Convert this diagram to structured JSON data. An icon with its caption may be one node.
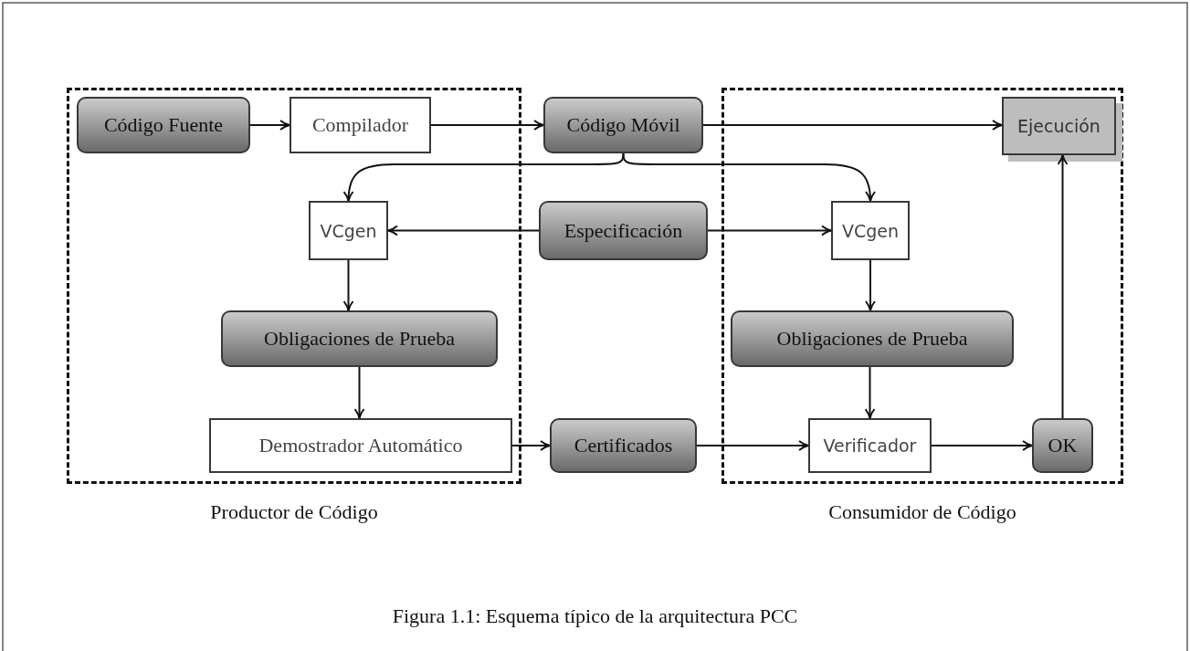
{
  "diagram": {
    "caption": "Figura 1.1: Esquema típico de la arquitectura PCC",
    "nodes": [
      {
        "text": [
          "Productor de Código"
        ]
      },
      {
        "text": [
          "Código Fuente"
        ],
        "in": 0
      },
      {
        "text": [
          "Compilador"
        ],
        "in": 0
      },
      {
        "text": [
          "Código Móvil"
        ]
      },
      {
        "text": [
          "Consumidor de Código"
        ]
      },
      {
        "text": [
          "Ejecución"
        ],
        "in": 4
      },
      {
        "text": [
          "VCgen"
        ],
        "in": 0
      },
      {
        "text": [
          "Especificación"
        ]
      },
      {
        "text": [
          "VCgen"
        ],
        "in": 4
      },
      {
        "text": [
          "Obligaciones de Prueba"
        ],
        "in": 0
      },
      {
        "text": [
          "Obligaciones de Prueba"
        ],
        "in": 4
      },
      {
        "text": [
          "Demostrador Automático"
        ],
        "in": 0
      },
      {
        "text": [
          "Certificados"
        ]
      },
      {
        "text": [
          "Verificador"
        ],
        "in": 4
      },
      {
        "text": [
          "OK"
        ],
        "in": 4
      }
    ],
    "edges": [
      {
        "from": 1,
        "to": 2,
        "arrow": "to"
      },
      {
        "from": 2,
        "to": 3,
        "arrow": "to"
      },
      {
        "from": 3,
        "to": 5,
        "arrow": "to"
      },
      {
        "from": 3,
        "to": 6,
        "arrow": "to"
      },
      {
        "from": 3,
        "to": 8,
        "arrow": "to"
      },
      {
        "from": 7,
        "to": 6,
        "arrow": "to"
      },
      {
        "from": 7,
        "to": 8,
        "arrow": "to"
      },
      {
        "from": 6,
        "to": 9,
        "arrow": "to"
      },
      {
        "from": 8,
        "to": 10,
        "arrow": "to"
      },
      {
        "from": 9,
        "to": 11,
        "arrow": "to"
      },
      {
        "from": 10,
        "to": 13,
        "arrow": "to"
      },
      {
        "from": 11,
        "to": 12,
        "arrow": "to"
      },
      {
        "from": 12,
        "to": 13,
        "arrow": "to"
      },
      {
        "from": 13,
        "to": 14,
        "arrow": "to"
      },
      {
        "from": 14,
        "to": 5,
        "arrow": "to"
      }
    ]
  }
}
